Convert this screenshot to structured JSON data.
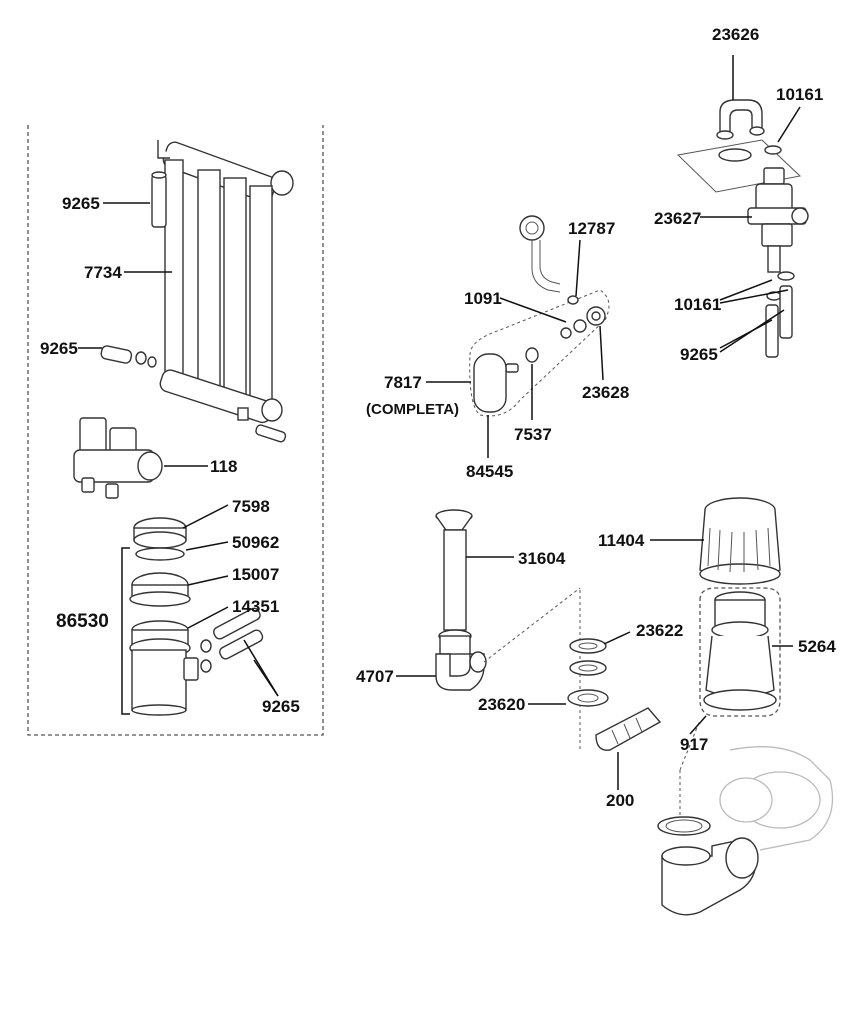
{
  "labels": {
    "p23626": "23626",
    "p10161_top": "10161",
    "p23627": "23627",
    "p10161_mid": "10161",
    "p9265_right": "9265",
    "p12787": "12787",
    "p1091": "1091",
    "p7817": "7817",
    "p7817_note": "(COMPLETA)",
    "p23628": "23628",
    "p7537": "7537",
    "p84545": "84545",
    "p9265_a": "9265",
    "p7734": "7734",
    "p9265_b": "9265",
    "p118": "118",
    "p7598": "7598",
    "p50962": "50962",
    "p15007": "15007",
    "p86530": "86530",
    "p14351": "14351",
    "p9265_c": "9265",
    "p31604": "31604",
    "p11404": "11404",
    "p23622": "23622",
    "p5264": "5264",
    "p4707": "4707",
    "p23620": "23620",
    "p917": "917",
    "p200": "200"
  },
  "colors": {
    "line": "#111111",
    "part": "#333333",
    "ghost": "#bbbbbb"
  }
}
